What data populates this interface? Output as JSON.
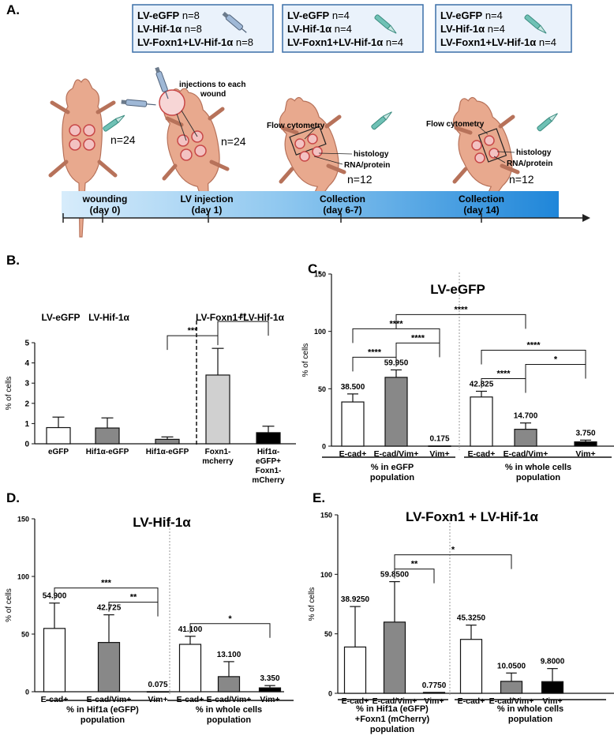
{
  "panelA": {
    "letter": "A.",
    "box1": {
      "lines": [
        [
          "LV-eGFP",
          " n=8"
        ],
        [
          "LV-Hif-1α",
          " n=8"
        ],
        [
          "LV-Foxn1+LV-Hif-1α",
          " n=8"
        ]
      ]
    },
    "box2": {
      "lines": [
        [
          "LV-eGFP",
          " n=4"
        ],
        [
          "LV-Hif-1α",
          " n=4"
        ],
        [
          "LV-Foxn1+LV-Hif-1α",
          " n=4"
        ]
      ]
    },
    "box3": {
      "lines": [
        [
          "LV-eGFP",
          " n=4"
        ],
        [
          "LV-Hif-1α",
          " n=4"
        ],
        [
          "LV-Foxn1+LV-Hif-1α",
          " n=4"
        ]
      ]
    },
    "injection_note_1": "injections to each",
    "injection_note_2": "wound",
    "n_labels": [
      "n=24",
      "n=24",
      "n=12",
      "n=12"
    ],
    "flow_label": "Flow cytometry",
    "histology_label": "histology",
    "rna_label": "RNA/protein",
    "timeline": [
      {
        "label": "wounding",
        "sub": "(day 0)"
      },
      {
        "label": "LV injection",
        "sub": "(day 1)"
      },
      {
        "label": "Collection",
        "sub": "(day 6-7)"
      },
      {
        "label": "Collection",
        "sub": "(day 14)"
      }
    ],
    "colors": {
      "skin": "#e8a98e",
      "wound": "#f3c2c2",
      "timeline": "#4ea3e0",
      "box_border": "#3b6fa8"
    }
  },
  "chart_data": [
    {
      "id": "B",
      "letter": "B.",
      "type": "bar",
      "ylabel": "% of cells",
      "ylim": [
        0,
        5
      ],
      "yticks": [
        0,
        1,
        2,
        3,
        4,
        5
      ],
      "group_titles": [
        "LV-eGFP",
        "LV-Hif-1α",
        "LV-Foxn1+LV-Hif-1α"
      ],
      "categories": [
        [
          "eGFP"
        ],
        [
          "Hif1α-eGFP"
        ],
        [
          "Hif1α-eGFP"
        ],
        [
          "Foxn1-",
          "mcherry"
        ],
        [
          "Hif1α-",
          "eGFP+",
          "Foxn1-",
          "mCherry"
        ]
      ],
      "values": [
        0.8,
        0.78,
        0.22,
        3.4,
        0.55
      ],
      "errors": [
        0.52,
        0.5,
        0.12,
        1.32,
        0.32
      ],
      "fills": [
        "#ffffff",
        "#888888",
        "#888888",
        "#d0d0d0",
        "#000000"
      ],
      "significance": [
        [
          "***",
          2,
          3
        ],
        [
          "**",
          3,
          4
        ]
      ]
    },
    {
      "id": "C",
      "letter": "C.",
      "type": "bar",
      "title": "LV-eGFP",
      "ylabel": "% of cells",
      "ylim": [
        0,
        150
      ],
      "yticks": [
        0,
        50,
        100,
        150
      ],
      "categories": [
        "E-cad+",
        "E-cad/Vim+",
        "Vim+",
        "E-cad+",
        "E-cad/Vim+",
        "Vim+"
      ],
      "values": [
        38.5,
        59.95,
        0.175,
        42.825,
        14.7,
        3.75
      ],
      "errors": [
        7,
        6.5,
        0,
        5,
        5.5,
        1.5
      ],
      "value_labels": [
        "38.500",
        "59.950",
        "0.175",
        "42.825",
        "14.700",
        "3.750"
      ],
      "fills": [
        "#ffffff",
        "#888888",
        "#000000",
        "#ffffff",
        "#888888",
        "#000000"
      ],
      "groups": [
        [
          "% in eGFP",
          "population"
        ],
        [
          "% in whole cells",
          "population"
        ]
      ],
      "significance": [
        [
          "****",
          0,
          1
        ],
        [
          "****",
          1,
          2
        ],
        [
          "****",
          0,
          2
        ],
        [
          "****",
          3,
          4
        ],
        [
          "*",
          4,
          5
        ],
        [
          "****",
          3,
          5
        ],
        [
          "****",
          1,
          4
        ]
      ]
    },
    {
      "id": "D",
      "letter": "D.",
      "type": "bar",
      "title": "LV-Hif-1α",
      "ylabel": "% of cells",
      "ylim": [
        0,
        150
      ],
      "yticks": [
        0,
        50,
        100,
        150
      ],
      "categories": [
        "E-cad+",
        "E-cad/Vim+",
        "Vim+",
        "E-cad+",
        "E-cad/Vim+",
        "Vim+"
      ],
      "values": [
        54.9,
        42.725,
        0.075,
        41.1,
        13.1,
        3.35
      ],
      "errors": [
        22,
        24,
        0,
        7,
        13,
        2
      ],
      "value_labels": [
        "54.900",
        "42.725",
        "0.075",
        "41.100",
        "13.100",
        "3.350"
      ],
      "fills": [
        "#ffffff",
        "#888888",
        "#000000",
        "#ffffff",
        "#888888",
        "#000000"
      ],
      "groups": [
        [
          "% in Hif1a (eGFP)",
          "population"
        ],
        [
          "% in whole cells",
          "population"
        ]
      ],
      "significance": [
        [
          "***",
          0,
          2
        ],
        [
          "**",
          1,
          2
        ],
        [
          "*",
          3,
          5
        ]
      ]
    },
    {
      "id": "E",
      "letter": "E.",
      "type": "bar",
      "title": "LV-Foxn1 + LV-Hif-1α",
      "ylabel": "% of cells",
      "ylim": [
        0,
        150
      ],
      "yticks": [
        0,
        50,
        100,
        150
      ],
      "categories": [
        "E-cad+",
        "E-cad/Vim+",
        "Vim+",
        "E-cad+",
        "E-cad/Vim+",
        "Vim+"
      ],
      "values": [
        38.925,
        59.85,
        0.775,
        45.325,
        10.05,
        9.8
      ],
      "errors": [
        34,
        34,
        0,
        12,
        7,
        11
      ],
      "value_labels": [
        "38.9250",
        "59.8500",
        "0.7750",
        "45.3250",
        "10.0500",
        "9.8000"
      ],
      "fills": [
        "#ffffff",
        "#888888",
        "#000000",
        "#ffffff",
        "#888888",
        "#000000"
      ],
      "groups": [
        [
          "% in Hif1a (eGFP)",
          "+Foxn1 (mCherry)",
          "population"
        ],
        [
          "% in whole cells",
          "population"
        ]
      ],
      "significance": [
        [
          "**",
          1,
          2
        ],
        [
          "*",
          1,
          4
        ]
      ]
    }
  ]
}
